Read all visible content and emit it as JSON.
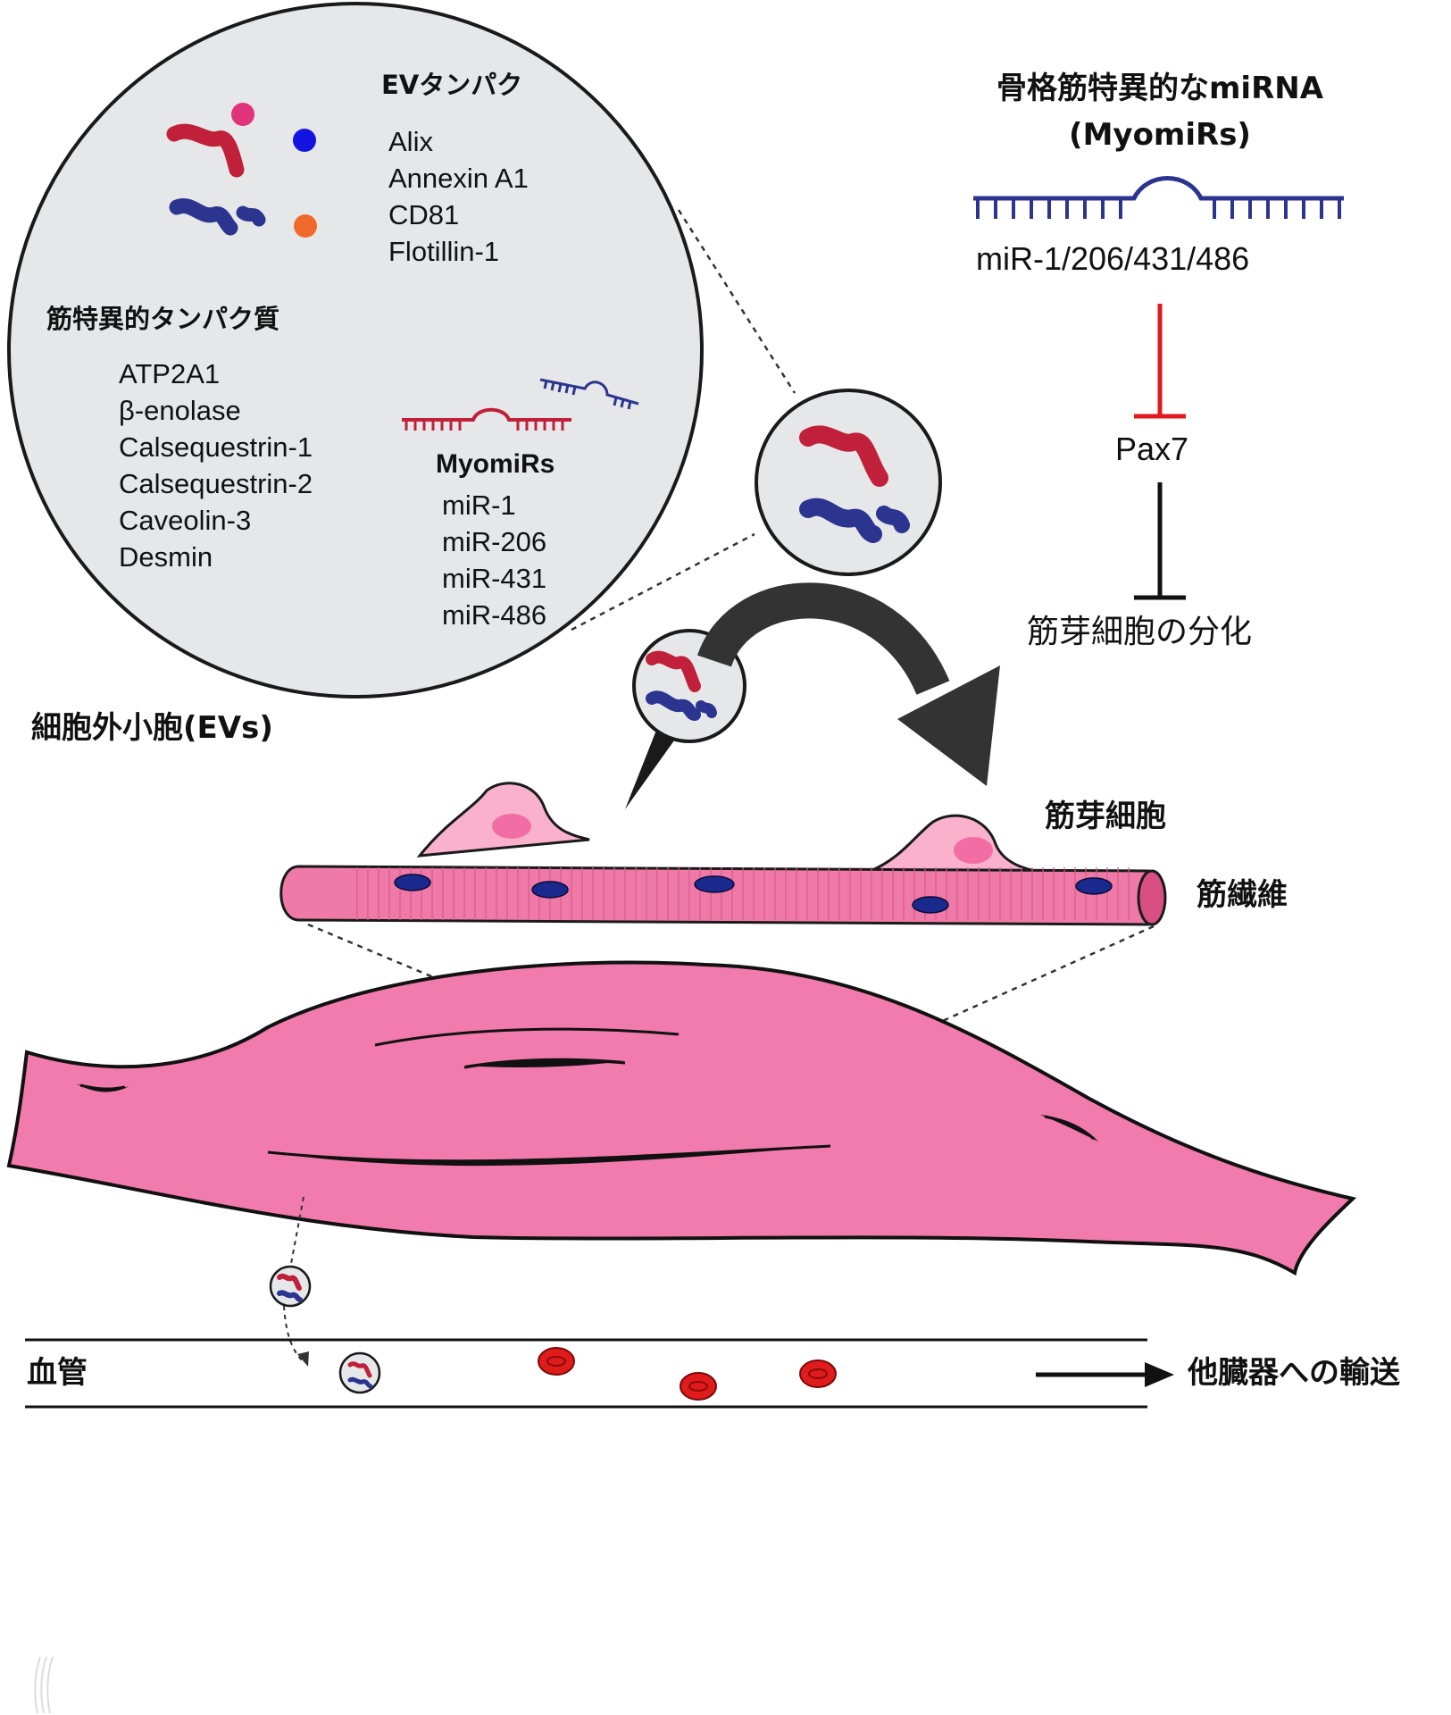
{
  "ev_detail": {
    "ev_protein_heading": "EVタンパク",
    "ev_proteins": [
      "Alix",
      "Annexin A1",
      "CD81",
      "Flotillin-1"
    ],
    "muscle_protein_heading": "筋特異的タンパク質",
    "muscle_proteins": [
      "ATP2A1",
      "β-enolase",
      "Calsequestrin-1",
      "Calsequestrin-2",
      "Caveolin-3",
      "Desmin"
    ],
    "myomir_heading": "MyomiRs",
    "myomirs": [
      "miR-1",
      "miR-206",
      "miR-431",
      "miR-486"
    ]
  },
  "ev_label": "細胞外小胞(EVs)",
  "pathway": {
    "title_line1": "骨格筋特異的なmiRNA",
    "title_line2": "(MyomiRs)",
    "mirna_label": "miR-1/206/431/486",
    "target": "Pax7",
    "outcome": "筋芽細胞の分化"
  },
  "labels": {
    "myoblast": "筋芽細胞",
    "muscle_fiber": "筋繊維",
    "blood_vessel": "血管",
    "transport": "他臓器への輸送"
  },
  "colors": {
    "muscle_pink": "#f17bac",
    "fiber_pink": "#ef7aa7",
    "myoblast_pink": "#f9b1cc",
    "nucleus_blue": "#1a2a8c",
    "mirna_red": "#c0203a",
    "mirna_blue": "#2b3590",
    "inhibit_red": "#e0191f",
    "rbc_red": "#e01b1b",
    "circle_fill": "#e6e7e8"
  }
}
